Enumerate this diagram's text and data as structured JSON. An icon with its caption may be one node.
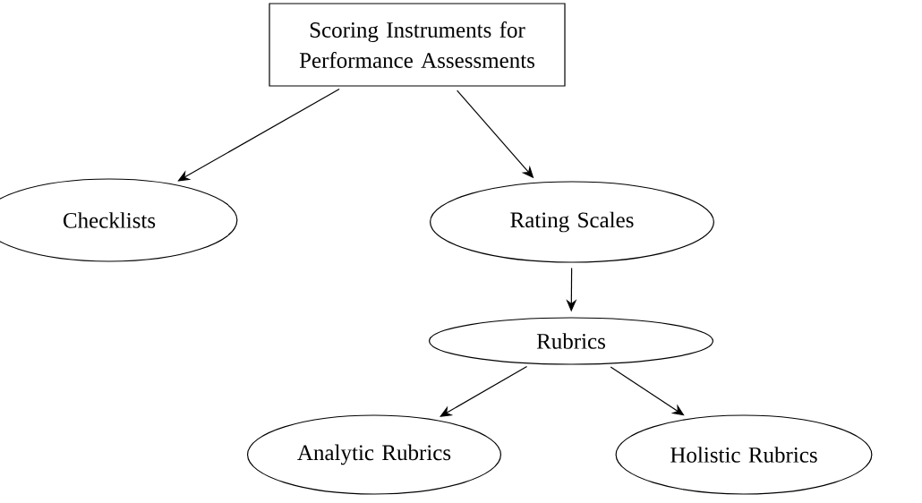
{
  "diagram": {
    "nodes": [
      {
        "text": [
          "Scoring Instruments for Performance Assessments"
        ]
      },
      {
        "text": [
          "Checklists"
        ]
      },
      {
        "text": [
          "Rating Scales"
        ]
      },
      {
        "text": [
          "Rubrics"
        ]
      },
      {
        "text": [
          "Analytic Rubrics"
        ]
      },
      {
        "text": [
          "Holistic Rubrics"
        ]
      }
    ],
    "edges": [
      {
        "from": 0,
        "to": 1,
        "arrow": "to"
      },
      {
        "from": 0,
        "to": 2,
        "arrow": "to"
      },
      {
        "from": 2,
        "to": 3,
        "arrow": "to"
      },
      {
        "from": 3,
        "to": 4,
        "arrow": "to"
      },
      {
        "from": 3,
        "to": 5,
        "arrow": "to"
      }
    ]
  }
}
